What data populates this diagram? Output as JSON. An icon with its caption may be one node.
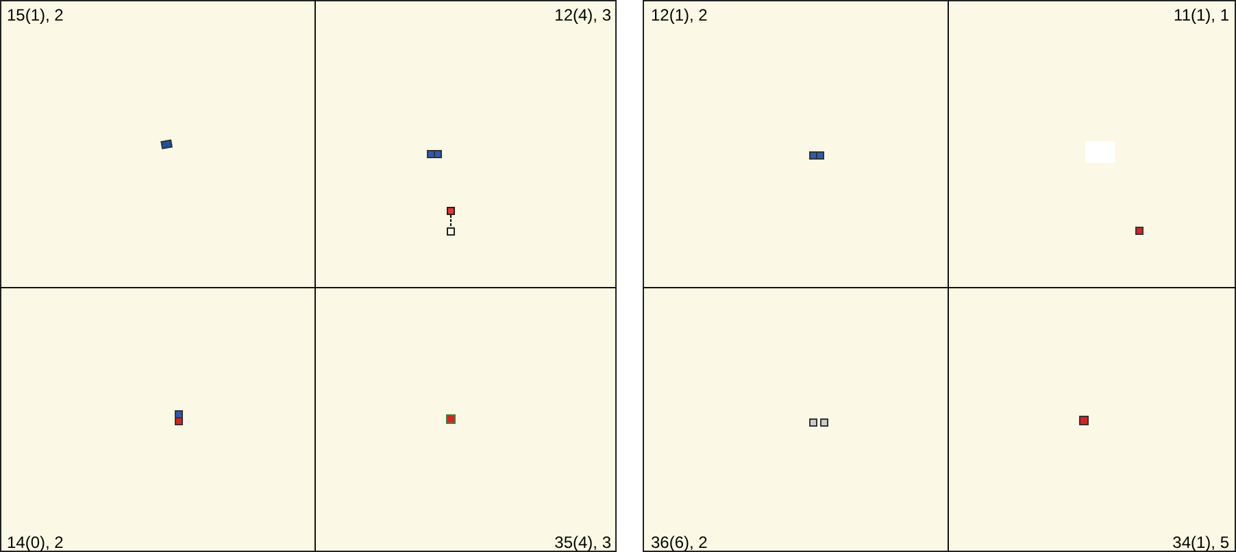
{
  "diagram": {
    "nodes": [
      {
        "text": [],
        "shape": "box"
      },
      {
        "text": [],
        "shape": "box"
      }
    ],
    "edges": [
      {
        "from": 0,
        "to": 1,
        "arrow": "none",
        "style": "dashed"
      }
    ],
    "labels": [
      "15(1), 2",
      "12(4), 3",
      "14(0), 2",
      "35(4), 3",
      "12(1), 2",
      "11(1), 1",
      "36(6), 2",
      "34(1), 5"
    ]
  }
}
